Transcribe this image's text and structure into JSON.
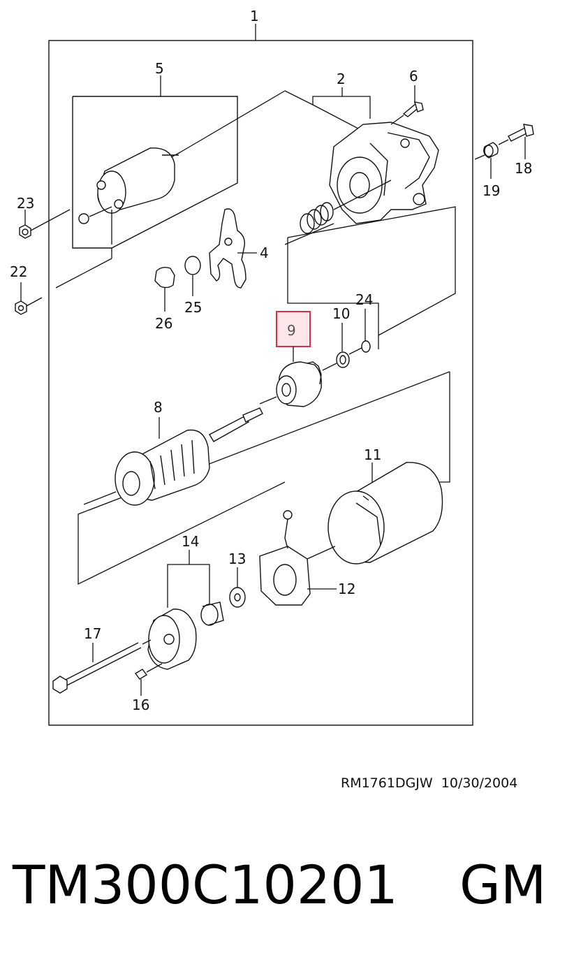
{
  "diagram": {
    "highlight_color": "#d9304a",
    "highlight_fill": "#fde6ea",
    "callouts": {
      "c1": "1",
      "c2": "2",
      "c4": "4",
      "c5": "5",
      "c6": "6",
      "c8": "8",
      "c9": "9",
      "c10": "10",
      "c11": "11",
      "c12": "12",
      "c13": "13",
      "c14": "14",
      "c16": "16",
      "c17": "17",
      "c18": "18",
      "c19": "19",
      "c22": "22",
      "c23": "23",
      "c24": "24",
      "c25": "25",
      "c26": "26"
    },
    "highlighted_callout": "9"
  },
  "footer": {
    "drawing_code": "RM1761DGJW",
    "date": "10/30/2004",
    "part_number": "TM300C10201",
    "brand": "GM"
  }
}
